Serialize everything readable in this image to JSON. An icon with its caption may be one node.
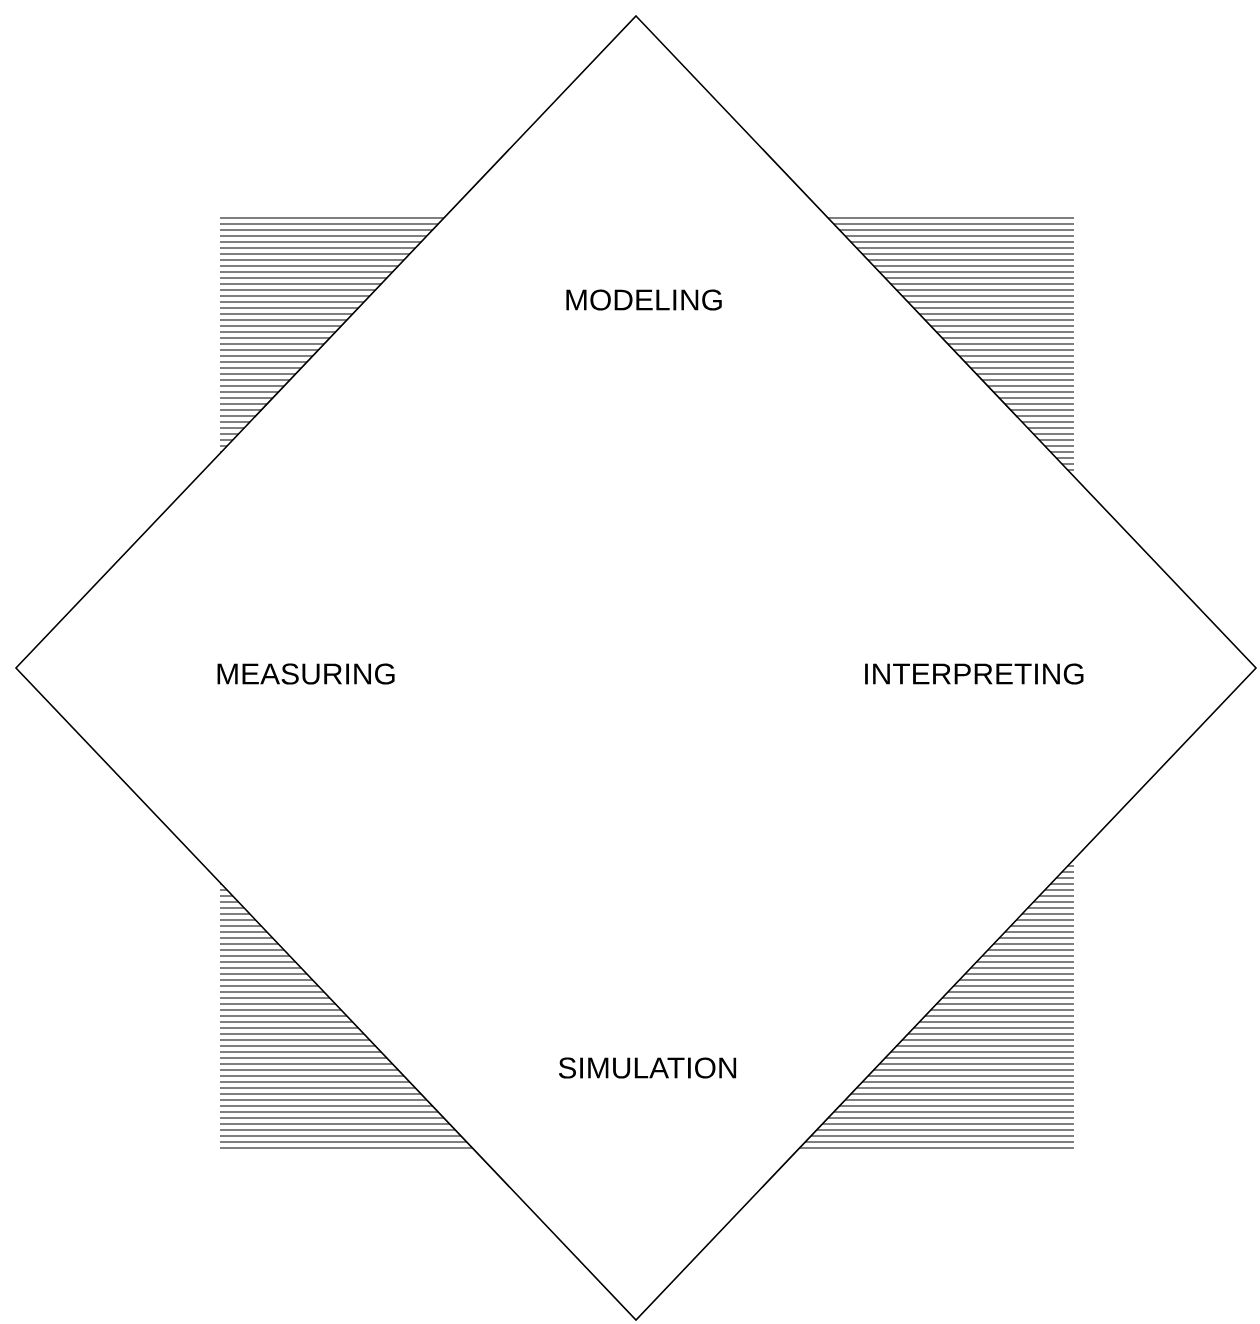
{
  "diagram": {
    "nodes": [
      {
        "text": [
          "MODELING",
          "MEASURING",
          "INTERPRETING",
          "SIMULATION"
        ]
      }
    ]
  }
}
